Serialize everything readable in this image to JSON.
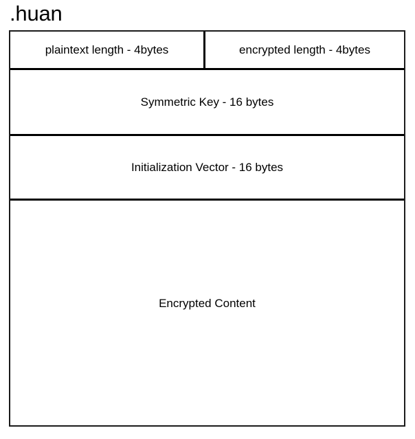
{
  "page": {
    "title_text": ".huan",
    "background_color": "#ffffff",
    "border_color": "#000000",
    "text_color": "#000000"
  },
  "diagram": {
    "name": "encrypted-file-format-layout",
    "rows": [
      {
        "type": "split",
        "cells": [
          {
            "label": "plaintext length - 4bytes"
          },
          {
            "label": "encrypted length - 4bytes"
          }
        ]
      },
      {
        "type": "full",
        "cells": [
          {
            "label": "Symmetric Key - 16 bytes"
          }
        ]
      },
      {
        "type": "full",
        "cells": [
          {
            "label": "Initialization Vector - 16 bytes"
          }
        ]
      },
      {
        "type": "full",
        "cells": [
          {
            "label": "Encrypted Content"
          }
        ]
      }
    ]
  }
}
